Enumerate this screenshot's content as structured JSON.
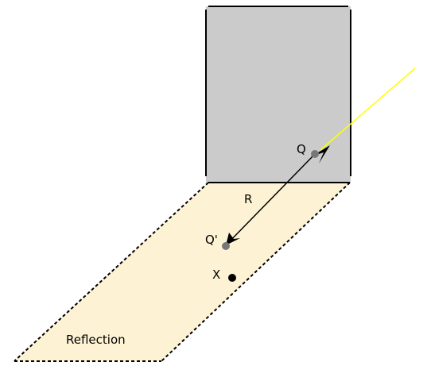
{
  "labels": {
    "q": "Q",
    "q_prime": "Q'",
    "r": "R",
    "x": "X",
    "reflection": "Reflection"
  },
  "colors": {
    "wall_fill": "#cbcbcb",
    "floor_fill": "#fdf3d4",
    "incoming_ray": "#ffff00",
    "reflected_ray": "#000000",
    "point_fill": "#777777",
    "x_point": "#000000"
  }
}
